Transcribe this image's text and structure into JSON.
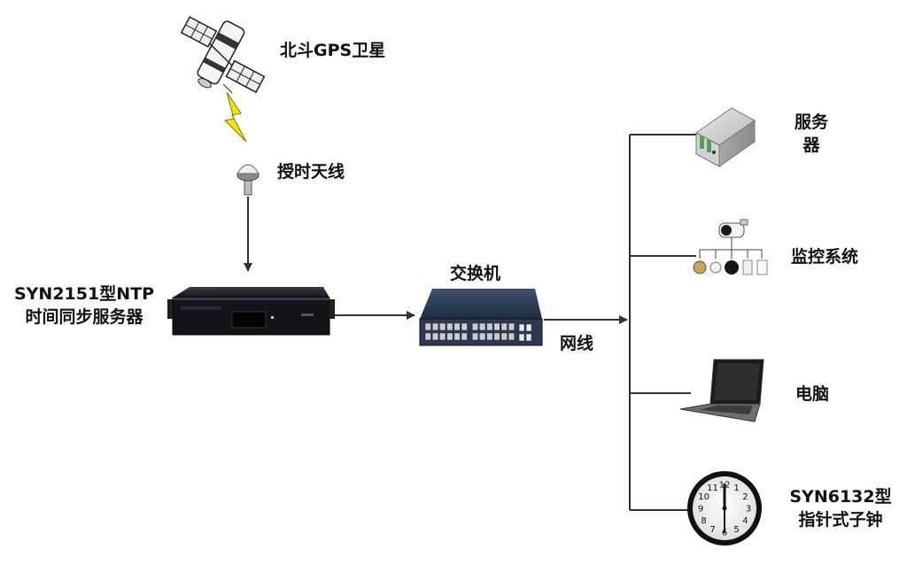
{
  "nodes": {
    "satellite": {
      "label": "北斗GPS卫星"
    },
    "antenna": {
      "label": "授时天线"
    },
    "ntp_server": {
      "line1": "SYN2151型NTP",
      "line2": "时间同步服务器"
    },
    "switch": {
      "label": "交换机"
    },
    "network_cable": {
      "label": "网线"
    },
    "server": {
      "line1": "服务",
      "line2": "器"
    },
    "monitoring": {
      "label": "监控系统"
    },
    "computer": {
      "label": "电脑"
    },
    "slave_clock": {
      "line1": "SYN6132型",
      "line2": "指针式子钟"
    }
  },
  "colors": {
    "line": "#333333",
    "lightning": "#f2e600",
    "device_dark": "#1b1b1f",
    "switch_blue": "#2b3d55"
  },
  "clock_face": {
    "numerals": [
      "12",
      "1",
      "2",
      "3",
      "4",
      "5",
      "6",
      "7",
      "8",
      "9",
      "10",
      "11"
    ]
  }
}
